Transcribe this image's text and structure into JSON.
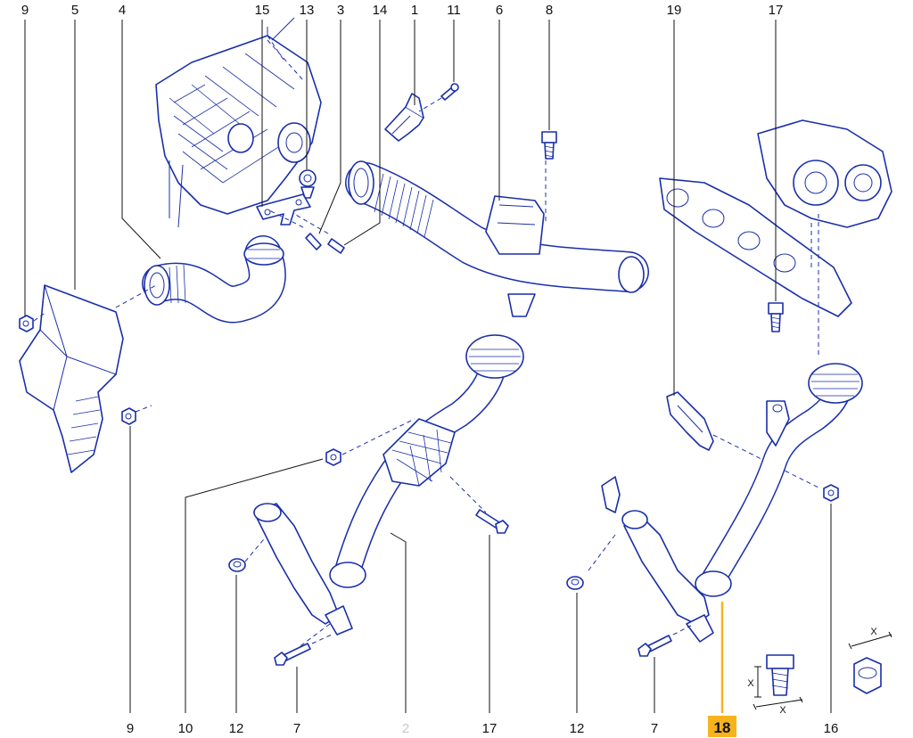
{
  "labels": {
    "top": [
      {
        "id": "9",
        "text": "9"
      },
      {
        "id": "5",
        "text": "5"
      },
      {
        "id": "4",
        "text": "4"
      },
      {
        "id": "15",
        "text": "15"
      },
      {
        "id": "13",
        "text": "13"
      },
      {
        "id": "3",
        "text": "3"
      },
      {
        "id": "14",
        "text": "14"
      },
      {
        "id": "1",
        "text": "1"
      },
      {
        "id": "11",
        "text": "11"
      },
      {
        "id": "6",
        "text": "6"
      },
      {
        "id": "8",
        "text": "8"
      },
      {
        "id": "19",
        "text": "19"
      },
      {
        "id": "17",
        "text": "17"
      }
    ],
    "bottom": [
      {
        "id": "9",
        "text": "9"
      },
      {
        "id": "10",
        "text": "10"
      },
      {
        "id": "12",
        "text": "12"
      },
      {
        "id": "7",
        "text": "7"
      },
      {
        "id": "2",
        "text": "2"
      },
      {
        "id": "17",
        "text": "17"
      },
      {
        "id": "12",
        "text": "12"
      },
      {
        "id": "7",
        "text": "7"
      },
      {
        "id": "18",
        "text": "18"
      },
      {
        "id": "16",
        "text": "16"
      }
    ],
    "dimension_marks": [
      "X",
      "X",
      "X"
    ]
  },
  "highlight": {
    "label": "18",
    "color": "#f5b41e"
  },
  "colors": {
    "line_art": "#1a2fa8",
    "label_text": "#111111",
    "dimmed_label": "#c8c8c8",
    "background": "#ffffff"
  }
}
